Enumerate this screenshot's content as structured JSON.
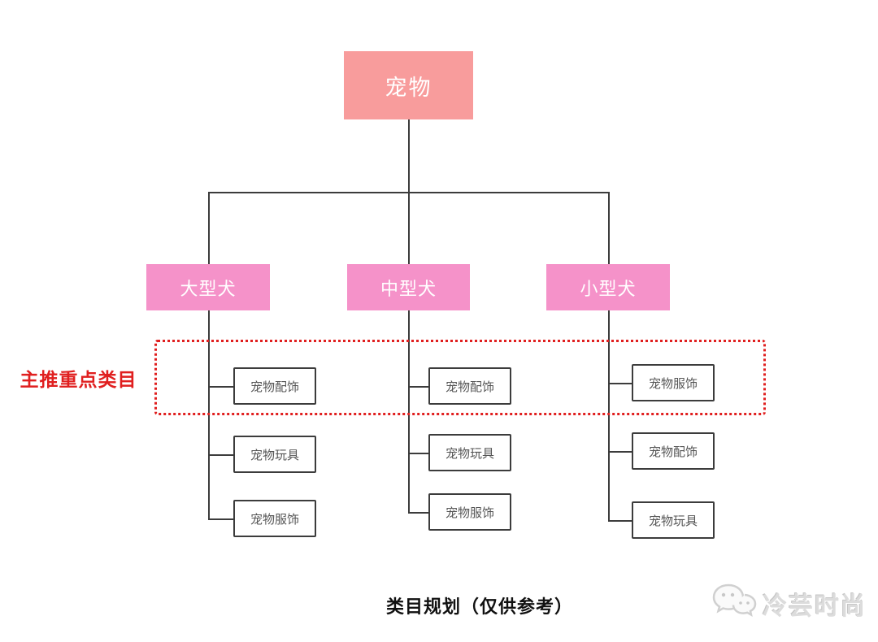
{
  "tree": {
    "root": "宠物",
    "columns": [
      {
        "label": "大型犬",
        "children": [
          "宠物配饰",
          "宠物玩具",
          "宠物服饰"
        ]
      },
      {
        "label": "中型犬",
        "children": [
          "宠物配饰",
          "宠物玩具",
          "宠物服饰"
        ]
      },
      {
        "label": "小型犬",
        "children": [
          "宠物服饰",
          "宠物配饰",
          "宠物玩具"
        ]
      }
    ]
  },
  "highlight": {
    "label": "主推重点类目"
  },
  "caption": "类目规划（仅供参考）",
  "watermark": {
    "icon": "wechat-icon",
    "text": "冷芸时尚"
  },
  "colors": {
    "root_box": "#f89c9c",
    "category_box": "#f592c9",
    "highlight_red": "#e01f1f",
    "line": "#3c3c3c",
    "sub_box_border": "#3c3c3c",
    "sub_text": "#555555",
    "watermark_gray": "#dcdcdc"
  }
}
